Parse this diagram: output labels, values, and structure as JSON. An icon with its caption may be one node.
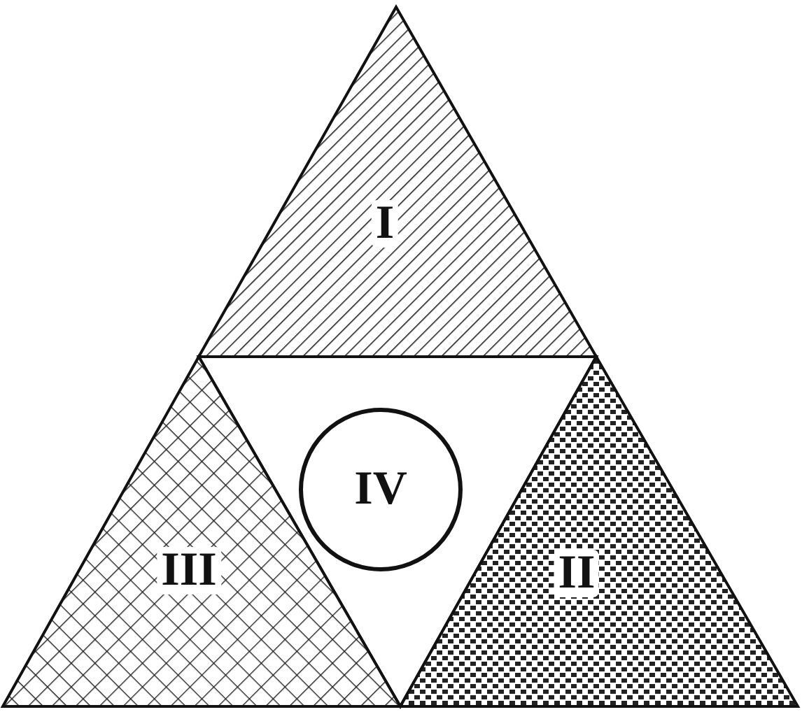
{
  "diagram": {
    "nodes": [
      {
        "text": [
          "I"
        ]
      },
      {
        "text": [
          "IV"
        ]
      },
      {
        "text": [
          "III"
        ]
      },
      {
        "text": [
          "II"
        ]
      }
    ]
  }
}
